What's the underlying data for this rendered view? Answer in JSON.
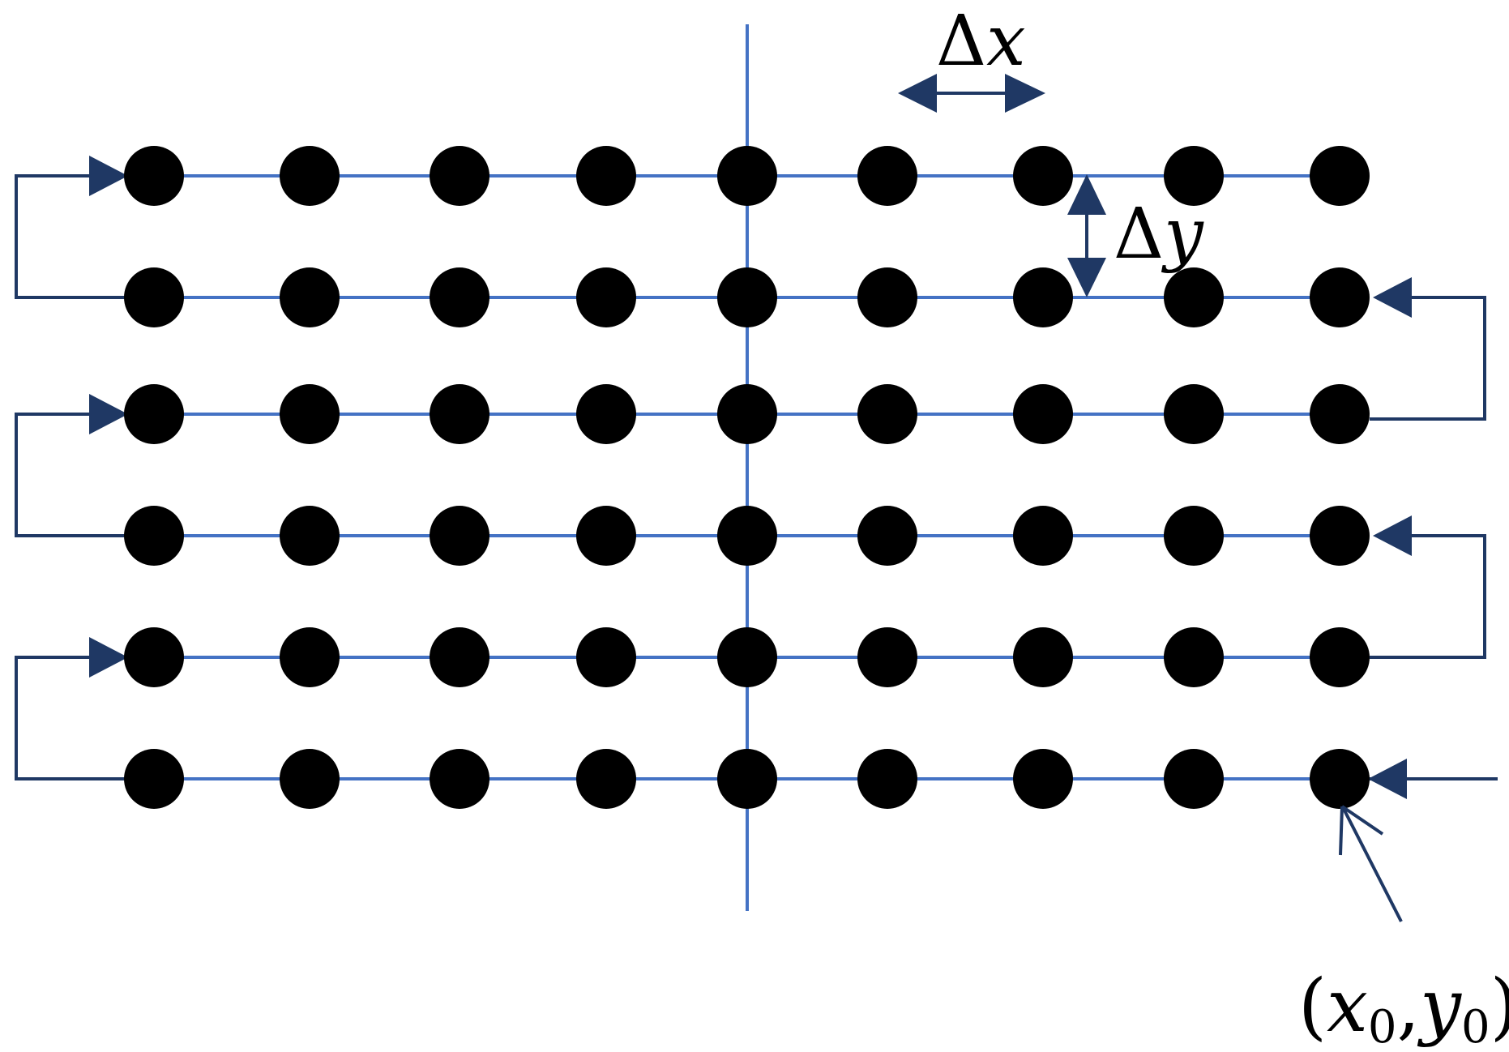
{
  "colors": {
    "grid_line": "#4472C4",
    "scan_path": "#1F3864",
    "dot": "#000000"
  },
  "labels": {
    "delta_x": {
      "symbol": "Δ",
      "var": "x"
    },
    "delta_y": {
      "symbol": "Δ",
      "var": "y"
    },
    "origin": {
      "open": "(",
      "x": "x",
      "x_sub": "0",
      "comma": ",",
      "y": "y",
      "y_sub": "0",
      "close": ")"
    }
  },
  "grid": {
    "columns": 9,
    "rows": 6
  }
}
